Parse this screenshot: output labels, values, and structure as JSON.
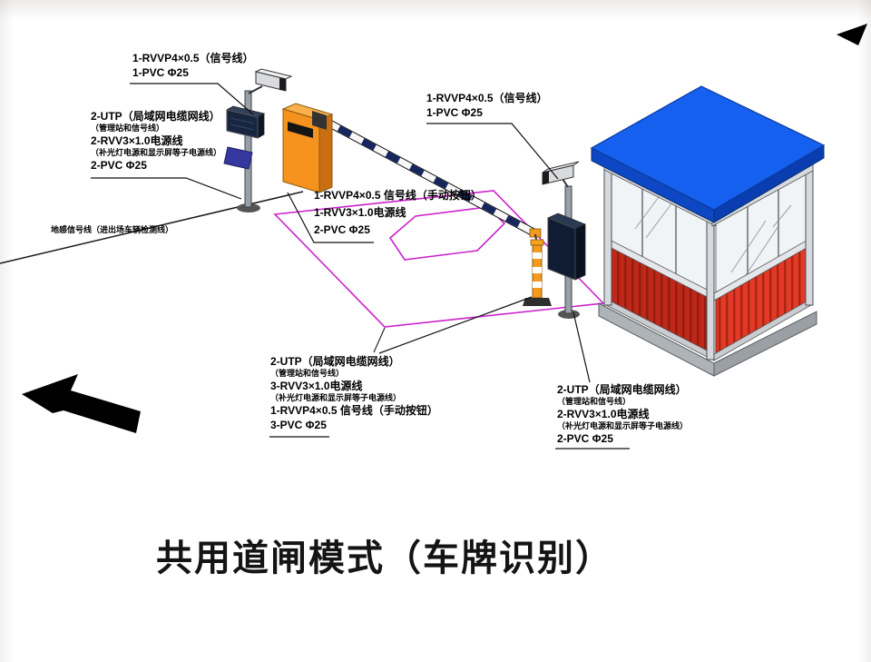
{
  "title": "共用道闸模式（车牌识别）",
  "icons": {
    "big_arrow": "entry-direction-arrow",
    "small_arrow": "exit-direction-arrow"
  },
  "colors": {
    "roof_blue": "#1660ef",
    "roof_edge_blue": "#0d47c4",
    "booth_red": "#e23a26",
    "booth_red_dark": "#bf2818",
    "barrier_orange": "#f6921e",
    "barrier_orange_dark": "#c96f12",
    "loop_magenta": "#cc22cc",
    "line_black": "#1a1a1a"
  },
  "labels": {
    "cam1_cable": {
      "lines": [
        "1-RVVP4×0.5（信号线）",
        "1-PVC Φ25"
      ]
    },
    "pole1_cables": {
      "lines": [
        "2-UTP（局域网电缆网线）",
        "（管理站和信号线）",
        "2-RVV3×1.0电源线",
        "（补光灯电源和显示屏等子电源线）",
        "2-PVC Φ25"
      ]
    },
    "ground_loop": {
      "lines": [
        "地感信号线（进出场车辆检测线）"
      ]
    },
    "barrier_cables": {
      "lines": [
        "1-RVVP4×0.5 信号线（手动按钮）",
        "1-RVV3×1.0电源线",
        "2-PVC Φ25"
      ]
    },
    "cam2_cable": {
      "lines": [
        "1-RVVP4×0.5（信号线）",
        "1-PVC Φ25"
      ]
    },
    "lane_cables": {
      "lines": [
        "2-UTP（局域网电缆网线）",
        "（管理站和信号线）",
        "3-RVV3×1.0电源线",
        "（补光灯电源和显示屏等子电源线）",
        "1-RVVP4×0.5 信号线（手动按钮）",
        "3-PVC Φ25"
      ]
    },
    "booth_cables": {
      "lines": [
        "2-UTP（局域网电缆网线）",
        "（管理站和信号线）",
        "2-RVV3×1.0电源线",
        "（补光灯电源和显示屏等子电源线）",
        "2-PVC Φ25"
      ]
    }
  }
}
